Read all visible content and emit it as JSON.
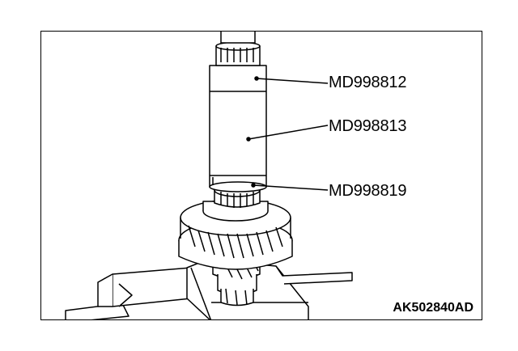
{
  "callouts": [
    {
      "part": "MD998812"
    },
    {
      "part": "MD998813"
    },
    {
      "part": "MD998819"
    }
  ],
  "figure_code": "AK502840AD",
  "colors": {
    "line": "#000000",
    "fill": "#ffffff"
  }
}
